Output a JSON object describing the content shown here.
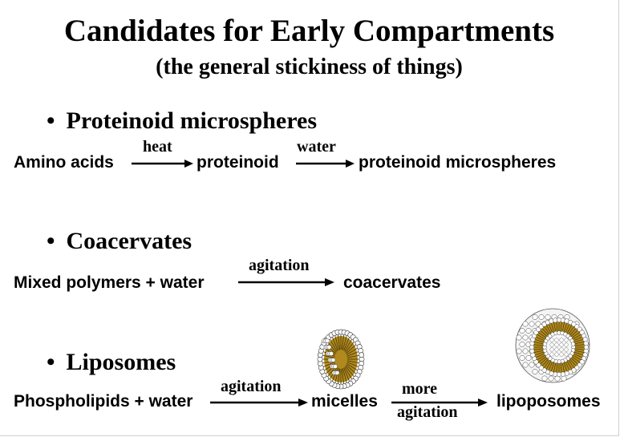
{
  "slide": {
    "title": "Candidates for Early Compartments",
    "subtitle": "(the general stickiness of things)"
  },
  "sections": [
    {
      "bullet": "•",
      "heading": "Proteinoid microspheres",
      "reactant": "Amino acids",
      "condition1": "heat",
      "intermediate": "proteinoid",
      "condition2": "water",
      "product": "proteinoid microspheres"
    },
    {
      "bullet": "•",
      "heading": "Coacervates",
      "reactant": "Mixed polymers + water",
      "condition1": "agitation",
      "product": "coacervates"
    },
    {
      "bullet": "•",
      "heading": "Liposomes",
      "reactant": "Phospholipids + water",
      "condition1": "agitation",
      "intermediate": "micelles",
      "condition2_top": "more",
      "condition2_bottom": "agitation",
      "product": "lipoposomes"
    }
  ],
  "colors": {
    "text": "#000000",
    "lipid_tail": "#b08a1e",
    "lipid_head": "#ffffff"
  }
}
